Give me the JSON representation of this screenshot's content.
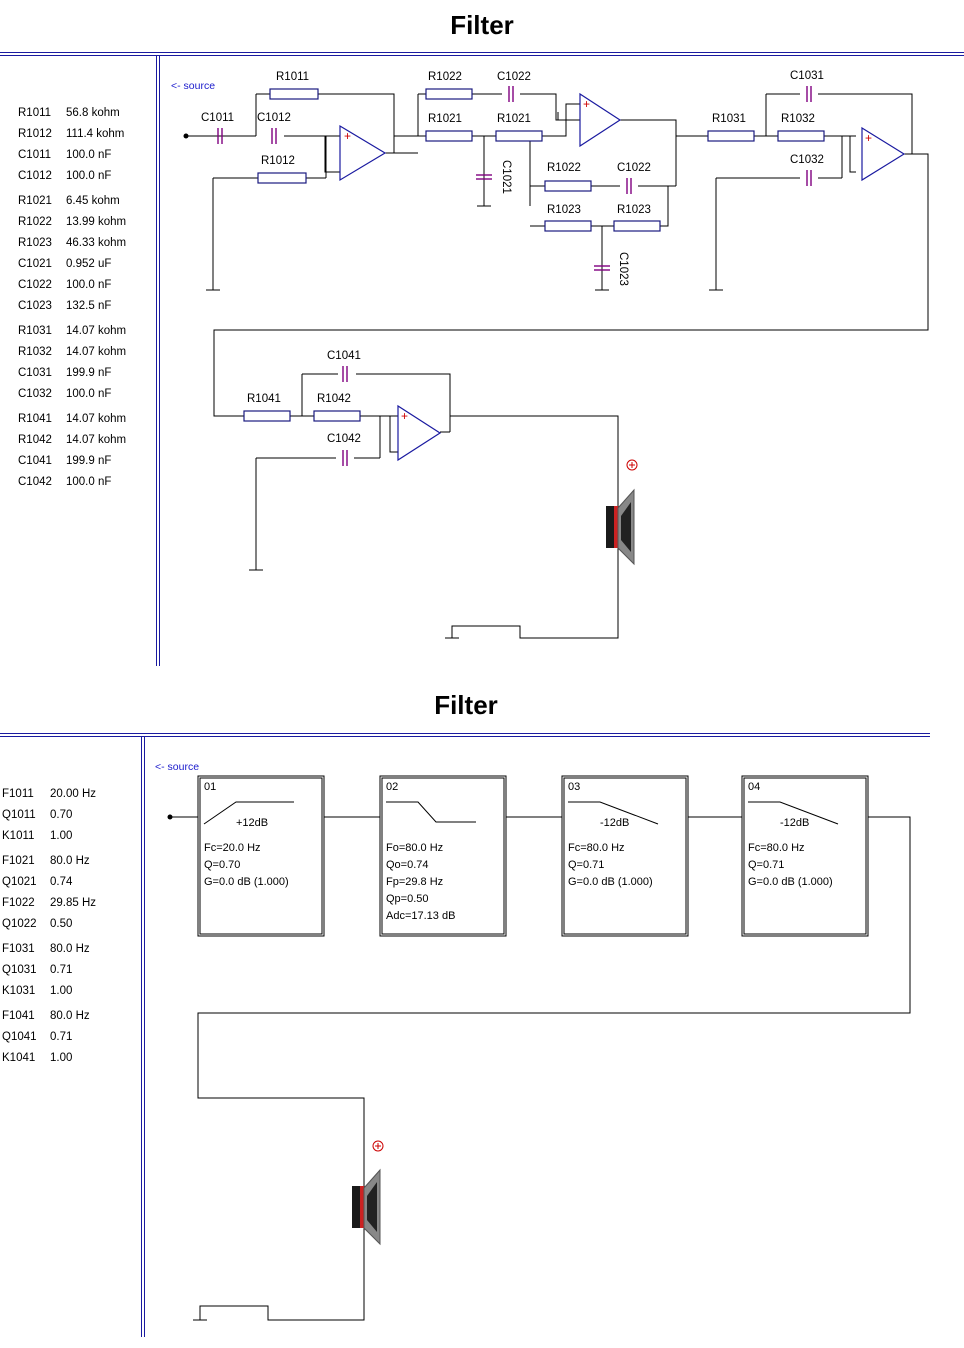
{
  "top": {
    "title": "Filter",
    "source_label": "<- source",
    "params": [
      {
        "name": "R1011",
        "value": "56.8 kohm",
        "gap": false
      },
      {
        "name": "R1012",
        "value": "111.4 kohm",
        "gap": false
      },
      {
        "name": "C1011",
        "value": "100.0 nF",
        "gap": false
      },
      {
        "name": "C1012",
        "value": "100.0 nF",
        "gap": false
      },
      {
        "name": "R1021",
        "value": "6.45 kohm",
        "gap": true
      },
      {
        "name": "R1022",
        "value": "13.99 kohm",
        "gap": false
      },
      {
        "name": "R1023",
        "value": "46.33 kohm",
        "gap": false
      },
      {
        "name": "C1021",
        "value": "0.952 uF",
        "gap": false
      },
      {
        "name": "C1022",
        "value": "100.0 nF",
        "gap": false
      },
      {
        "name": "C1023",
        "value": "132.5 nF",
        "gap": false
      },
      {
        "name": "R1031",
        "value": "14.07 kohm",
        "gap": true
      },
      {
        "name": "R1032",
        "value": "14.07 kohm",
        "gap": false
      },
      {
        "name": "C1031",
        "value": "199.9 nF",
        "gap": false
      },
      {
        "name": "C1032",
        "value": "100.0 nF",
        "gap": false
      },
      {
        "name": "R1041",
        "value": "14.07 kohm",
        "gap": true
      },
      {
        "name": "R1042",
        "value": "14.07 kohm",
        "gap": false
      },
      {
        "name": "C1041",
        "value": "199.9 nF",
        "gap": false
      },
      {
        "name": "C1042",
        "value": "100.0 nF",
        "gap": false
      }
    ],
    "labels": {
      "r1011": "R1011",
      "c1011": "C1011",
      "c1012": "C1012",
      "r1012": "R1012",
      "r1022a": "R1022",
      "c1022a": "C1022",
      "r1021a": "R1021",
      "r1021b": "R1021",
      "c1021": "C1021",
      "r1022b": "R1022",
      "c1022b": "C1022",
      "r1023a": "R1023",
      "r1023b": "R1023",
      "c1023": "C1023",
      "r1031": "R1031",
      "r1032": "R1032",
      "c1031": "C1031",
      "c1032": "C1032",
      "c1041": "C1041",
      "r1041": "R1041",
      "r1042": "R1042",
      "c1042": "C1042"
    }
  },
  "bottom": {
    "title": "Filter",
    "source_label": "<- source",
    "params": [
      {
        "name": "F1011",
        "value": "20.00 Hz",
        "gap": false
      },
      {
        "name": "Q1011",
        "value": "0.70",
        "gap": false
      },
      {
        "name": "K1011",
        "value": "1.00",
        "gap": false
      },
      {
        "name": "F1021",
        "value": "80.0 Hz",
        "gap": true
      },
      {
        "name": "Q1021",
        "value": "0.74",
        "gap": false
      },
      {
        "name": "F1022",
        "value": "29.85 Hz",
        "gap": false
      },
      {
        "name": "Q1022",
        "value": "0.50",
        "gap": false
      },
      {
        "name": "F1031",
        "value": "80.0 Hz",
        "gap": true
      },
      {
        "name": "Q1031",
        "value": "0.71",
        "gap": false
      },
      {
        "name": "K1031",
        "value": "1.00",
        "gap": false
      },
      {
        "name": "F1041",
        "value": "80.0 Hz",
        "gap": true
      },
      {
        "name": "Q1041",
        "value": "0.71",
        "gap": false
      },
      {
        "name": "K1041",
        "value": "1.00",
        "gap": false
      }
    ],
    "blocks": [
      {
        "id": "01",
        "gain": "+12dB",
        "lines": [
          "Fc=20.0 Hz",
          "Q=0.70",
          "G=0.0 dB (1.000)"
        ],
        "curve": "hp"
      },
      {
        "id": "02",
        "gain": "",
        "lines": [
          "Fo=80.0 Hz",
          "Qo=0.74",
          "Fp=29.8 Hz",
          "Qp=0.50",
          "Adc=17.13 dB"
        ],
        "curve": "shelf"
      },
      {
        "id": "03",
        "gain": "-12dB",
        "lines": [
          "Fc=80.0 Hz",
          "Q=0.71",
          "G=0.0 dB (1.000)"
        ],
        "curve": "lp"
      },
      {
        "id": "04",
        "gain": "-12dB",
        "lines": [
          "Fc=80.0 Hz",
          "Q=0.71",
          "G=0.0 dB (1.000)"
        ],
        "curve": "lp"
      }
    ]
  },
  "colors": {
    "line": "#1a1aa0",
    "wire": "#000000",
    "cap": "#800080",
    "resistor": "#1a1a80",
    "opamp": "#1a1aa0",
    "plus": "#cc0000",
    "source": "#1a1acc"
  }
}
